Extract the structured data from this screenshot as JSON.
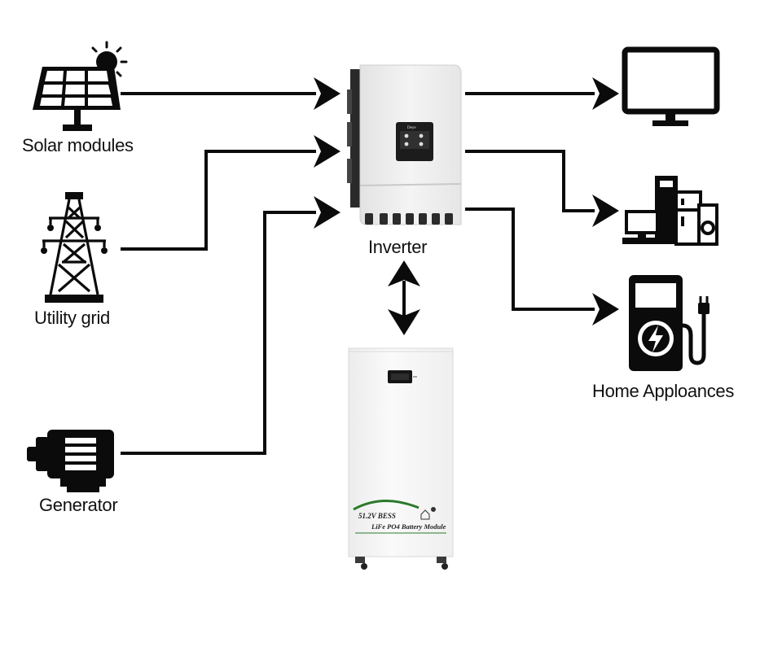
{
  "sources": {
    "solar": {
      "label": "Solar modules",
      "icon": "solar-panel-icon"
    },
    "grid": {
      "label": "Utility grid",
      "icon": "transmission-tower-icon"
    },
    "generator": {
      "label": "Generator",
      "icon": "generator-icon"
    }
  },
  "inverter": {
    "label": "Inverter",
    "brand": "Deye"
  },
  "battery": {
    "line1": "51.2V BESS",
    "line2": "LiFe PO4 Battery Module"
  },
  "loads": {
    "label": "Home Apploances",
    "icons": [
      "monitor-icon",
      "appliances-icon",
      "ev-charger-icon"
    ]
  },
  "colors": {
    "arrow": "#0b0b0b",
    "icon": "#0b0b0b",
    "inverter_body": "#eeeeee",
    "battery_body": "#f6f6f6",
    "battery_swoosh": "#2a7a2a"
  }
}
